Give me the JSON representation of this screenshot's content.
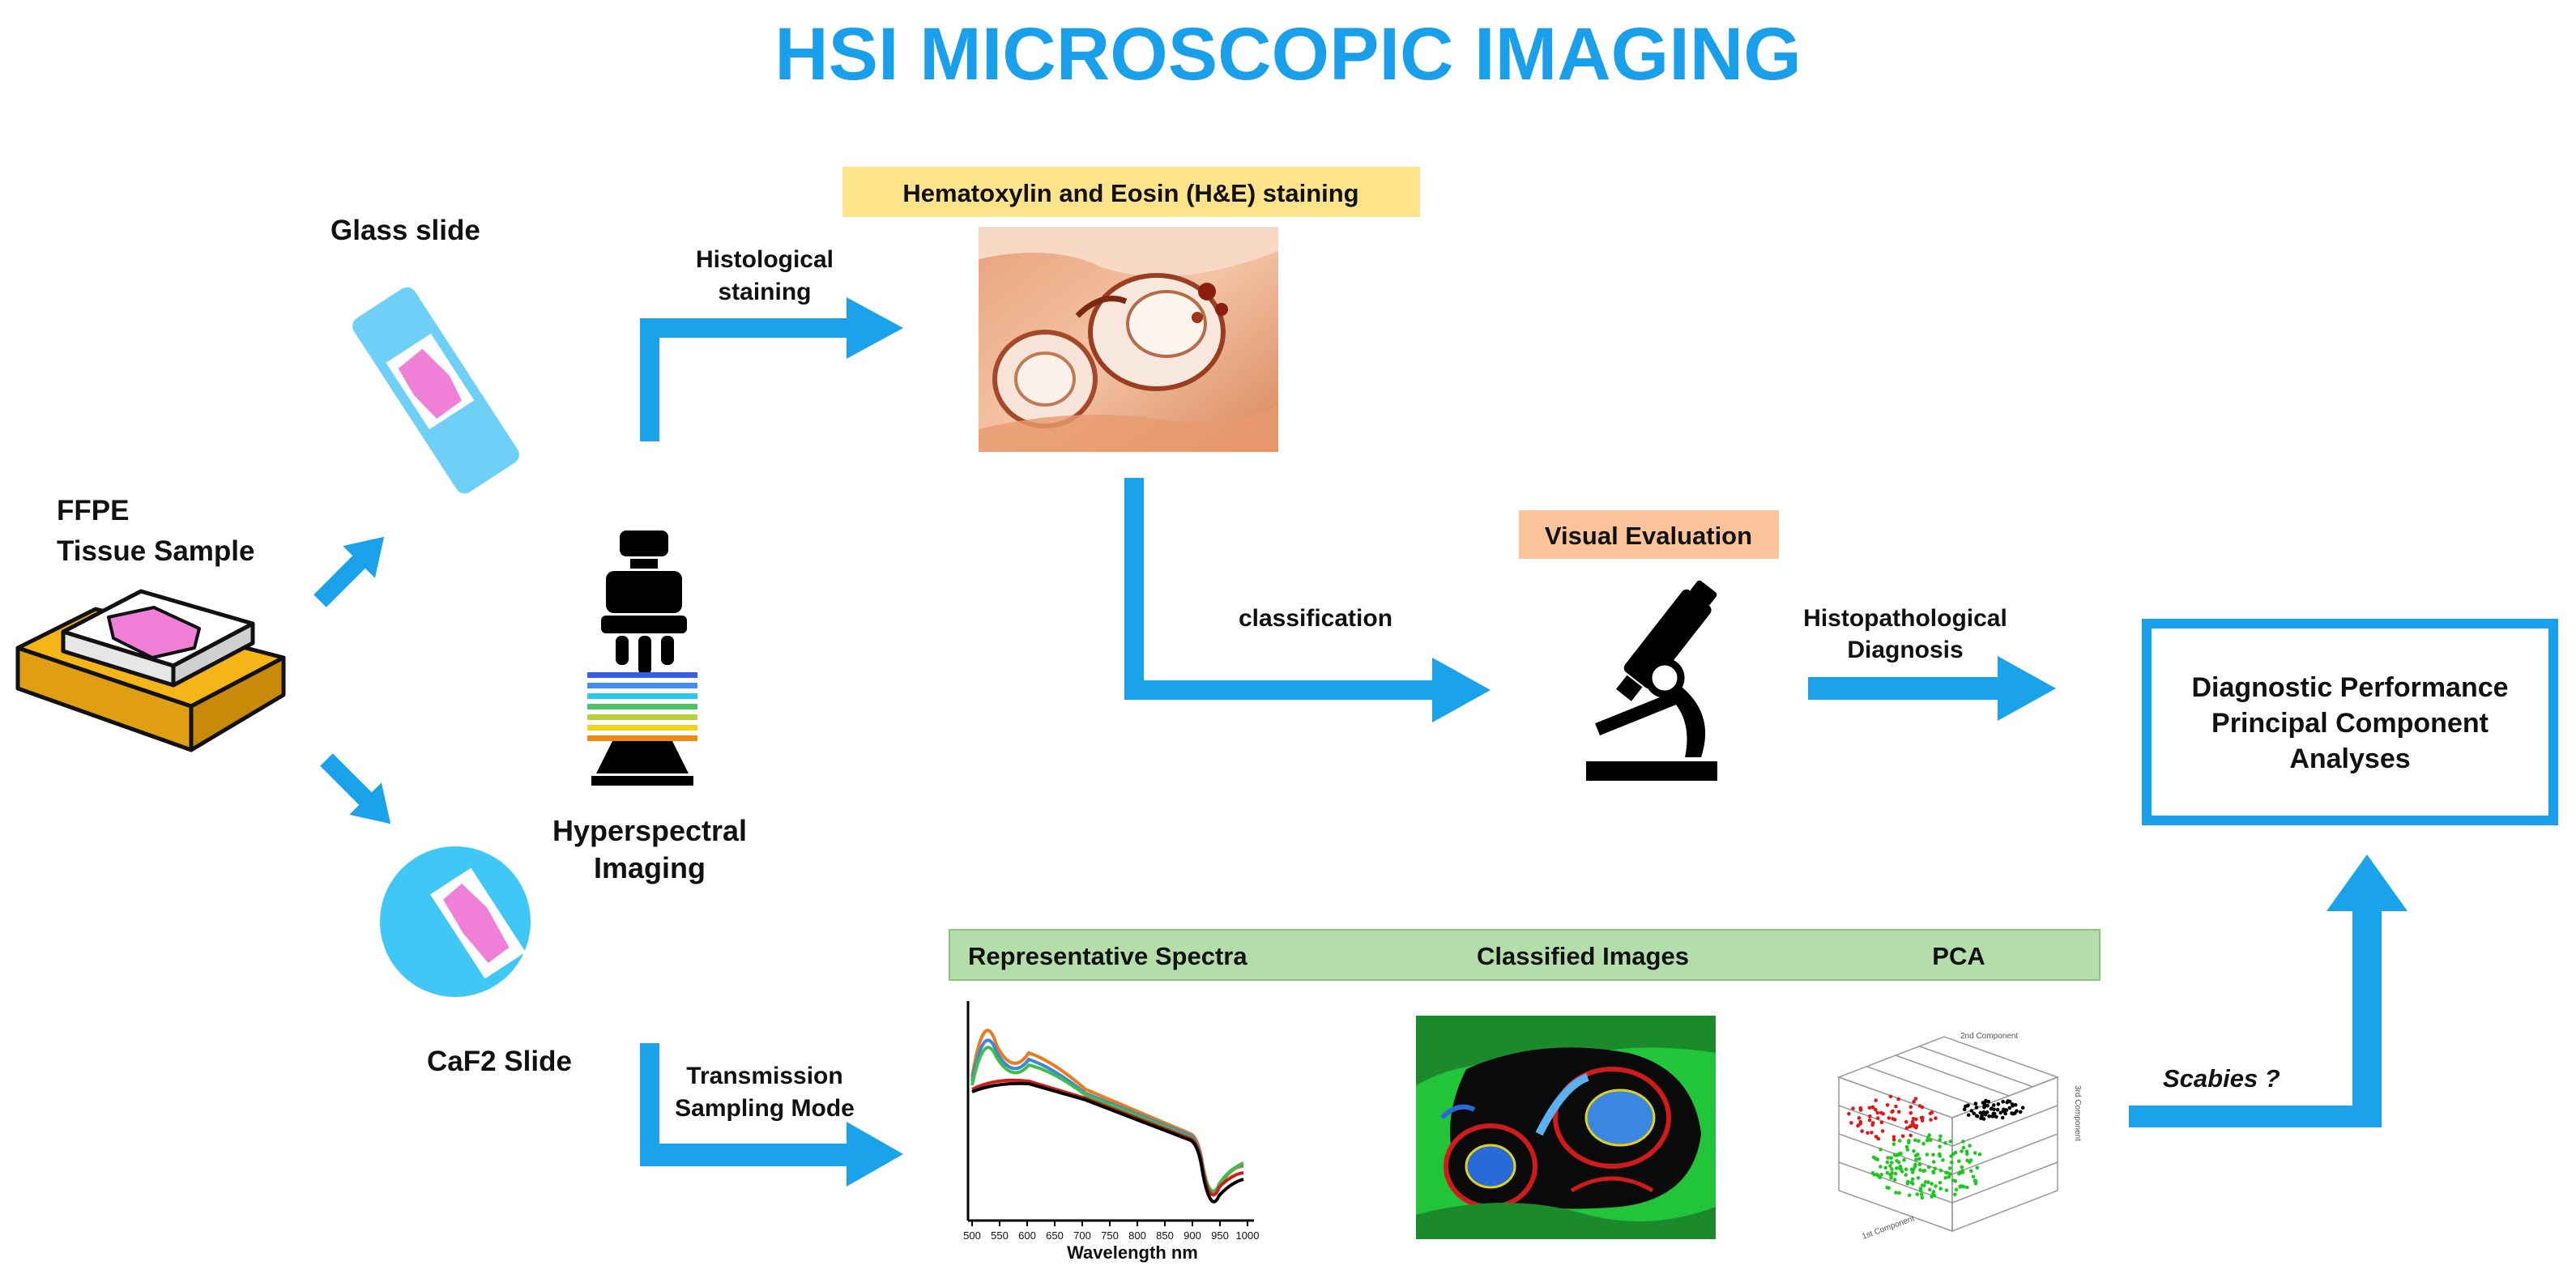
{
  "title": "HSI MICROSCOPIC IMAGING",
  "colors": {
    "accent": "#1aa0ea",
    "arrow": "#1aa3eb",
    "slide_blue": "#6fd0f7",
    "tissue_pink": "#f07fd8",
    "cassette_yellow": "#f6b516",
    "he_box": "#fde38a",
    "visual_box": "#fbc39a",
    "green_bar": "#b3dda9"
  },
  "labels": {
    "glass_slide": "Glass slide",
    "ffpe": "FFPE",
    "tissue_sample": "Tissue Sample",
    "caf2_slide": "CaF2 Slide",
    "hyperspectral": "Hyperspectral",
    "imaging": "Imaging",
    "histological": "Histological",
    "staining": "staining",
    "he_staining": "Hematoxylin and Eosin (H&E) staining",
    "classification": "classification",
    "visual_evaluation": "Visual Evaluation",
    "histopathological": "Histopathological",
    "diagnosis": "Diagnosis",
    "transmission": "Transmission",
    "sampling_mode": "Sampling Mode",
    "representative_spectra": "Representative Spectra",
    "classified_images": "Classified Images",
    "pca": "PCA",
    "scabies": "Scabies ?",
    "diag_line1": "Diagnostic Performance",
    "diag_line2": "Principal Component",
    "diag_line3": "Analyses"
  },
  "spectra_chart": {
    "xlabel": "Wavelength nm",
    "xticks": [
      "500",
      "550",
      "600",
      "650",
      "700",
      "750",
      "800",
      "850",
      "900",
      "950",
      "1000"
    ]
  },
  "pca_axes": [
    "1st Component",
    "2nd Component",
    "3rd Component"
  ],
  "icons": [
    "glass-slide-icon",
    "tissue-cassette-icon",
    "caf2-slide-icon",
    "hsi-microscope-icon",
    "microscope-icon",
    "he-tissue-image",
    "classified-image",
    "spectra-chart",
    "pca-scatter-plot"
  ]
}
